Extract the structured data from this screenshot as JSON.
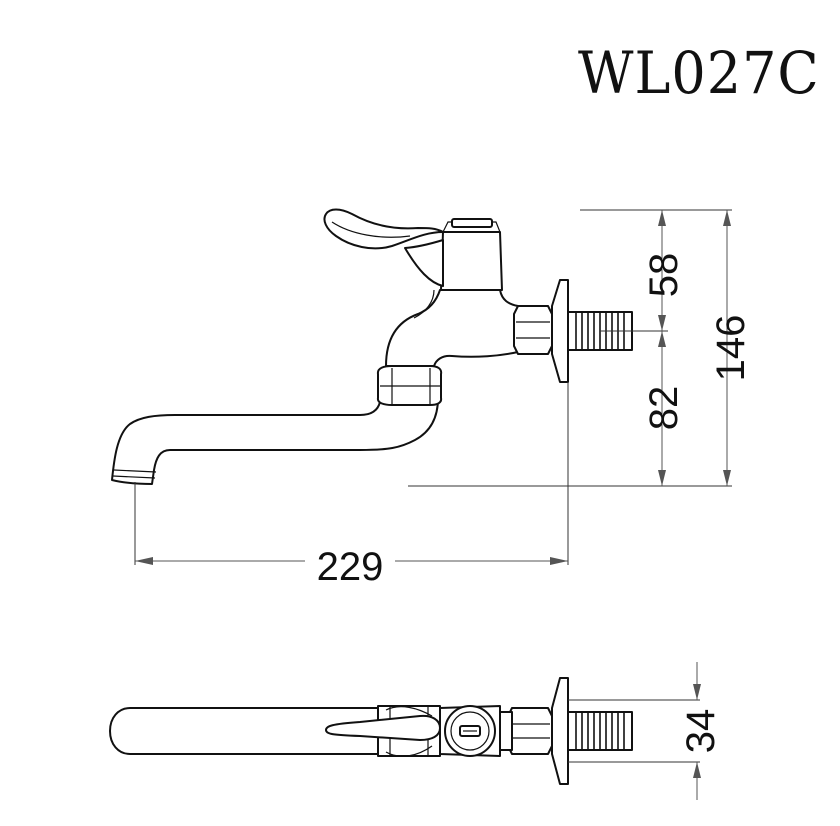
{
  "model_code": "WL027C",
  "dimensions": {
    "width_229": "229",
    "height_58": "58",
    "height_82": "82",
    "height_146": "146",
    "depth_34": "34"
  }
}
